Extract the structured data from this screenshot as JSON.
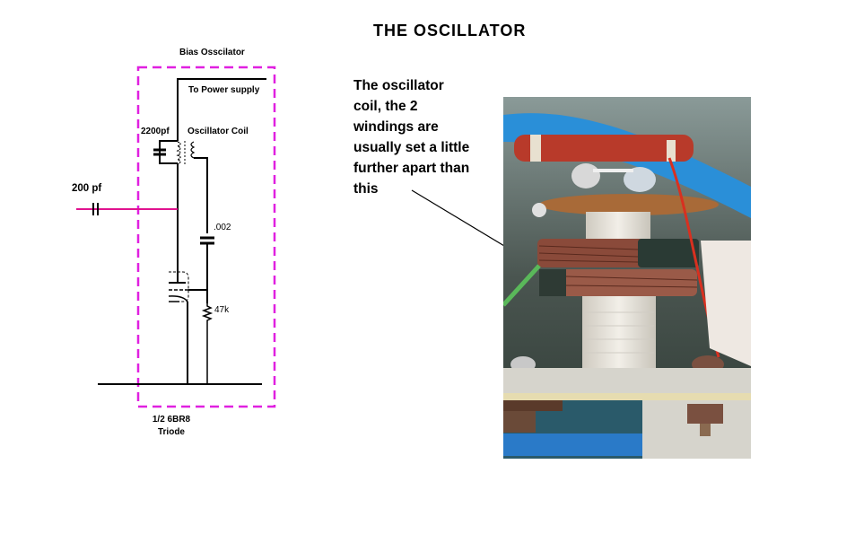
{
  "title": "THE OSCILLATOR",
  "schematic": {
    "block_label": "Bias Osscilator",
    "power_label": "To Power supply",
    "coil_label": "Oscillator Coil",
    "tank_cap_label": "2200pf",
    "input_cap_label": "200 pf",
    "coupling_cap_label": ".002",
    "resistor_label": "47k",
    "tube_label_line1": "1/2 6BR8",
    "tube_label_line2": "Triode",
    "colors": {
      "wire": "#000000",
      "signal": "#e0138f",
      "dashed_box": "#e020e0"
    }
  },
  "caption": {
    "lines": [
      "The oscillator",
      "coil, the 2",
      "windings are",
      "usually set a little",
      "further apart than",
      "this"
    ]
  },
  "photo": {
    "subject": "oscillator-coil-photo",
    "colors": {
      "cable": "#2a8fd8",
      "capacitor": "#b83a2a",
      "copper": "#8a4a3a",
      "bobbin": "#e8e4dc",
      "chassis": "#d6d4cc",
      "background": "#4a5550"
    }
  }
}
